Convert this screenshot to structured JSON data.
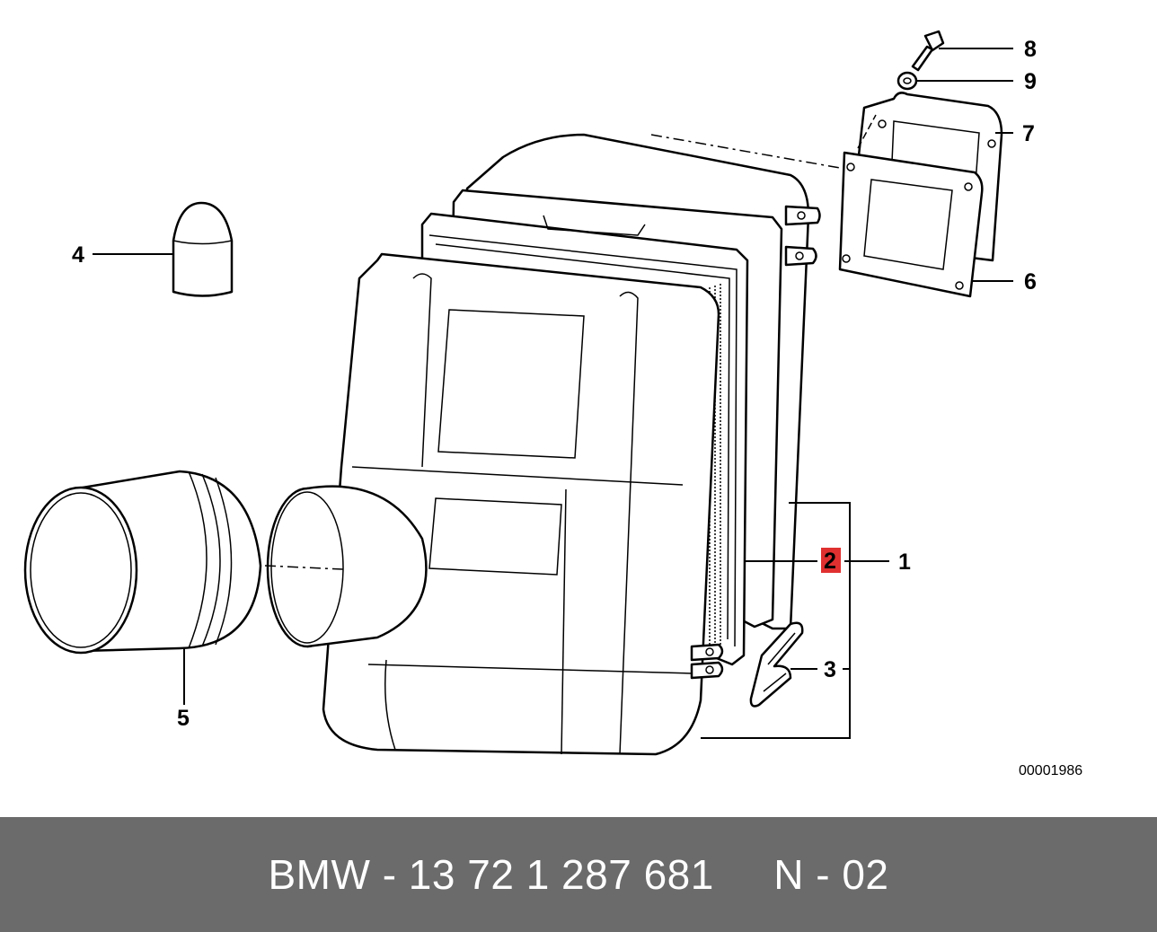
{
  "diagram": {
    "callouts": {
      "c1": "1",
      "c2": "2",
      "c3": "3",
      "c4": "4",
      "c5": "5",
      "c6": "6",
      "c7": "7",
      "c8": "8",
      "c9": "9"
    },
    "highlight_color": "#e03030",
    "reference_number": "00001986"
  },
  "footer": {
    "text": "BMW - 13 72 1 287 681     N - 02",
    "background_color": "#6b6b6b"
  }
}
